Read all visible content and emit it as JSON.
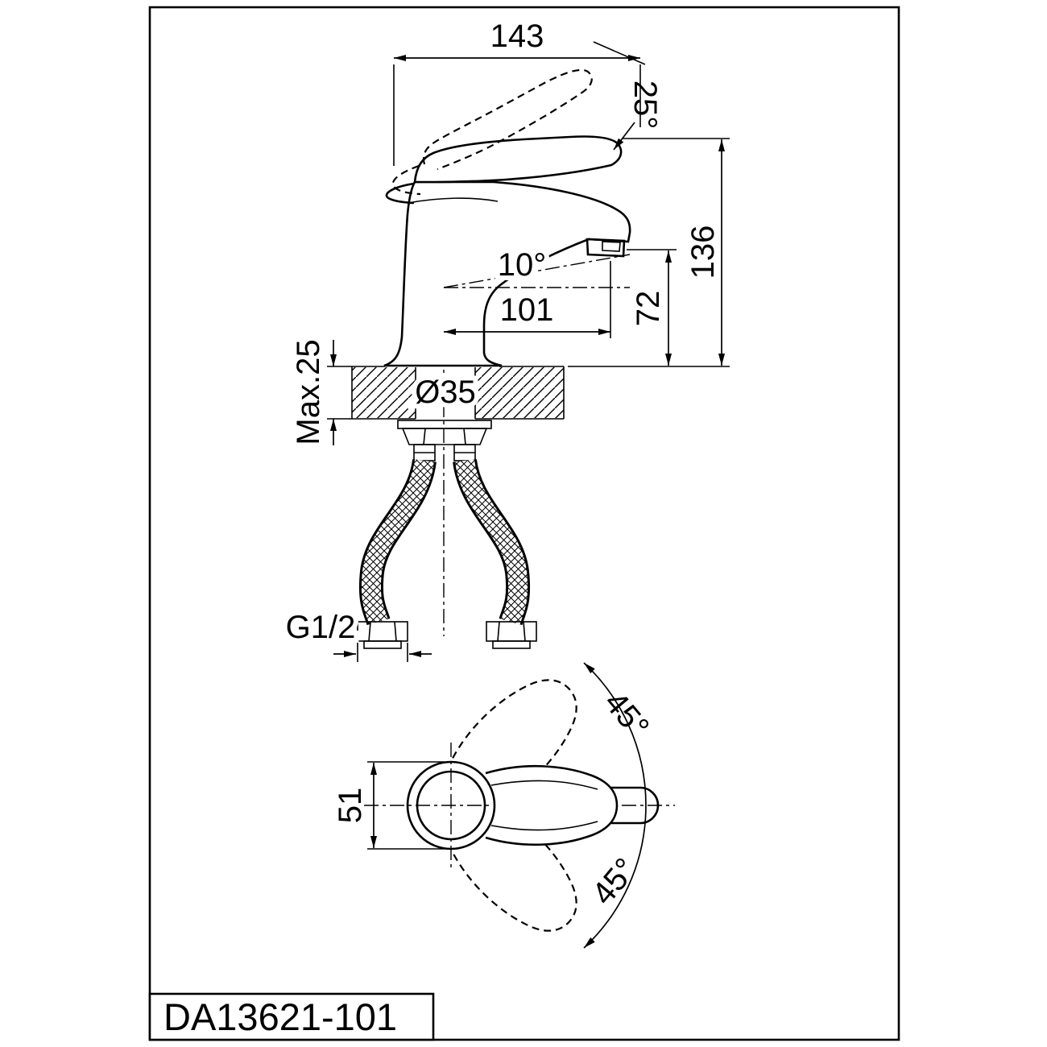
{
  "drawing": {
    "model": "DA13621-101",
    "side_view": {
      "total_length": "143",
      "handle_angle": "25°",
      "total_height": "136",
      "aerator_height": "72",
      "spout_reach": "101",
      "stream_angle": "10°",
      "hole_diameter": "Ø35",
      "max_deck_thickness": "Max.25",
      "connection_thread": "G1/2"
    },
    "top_view": {
      "body_width": "51",
      "handle_swing_upper": "45°",
      "handle_swing_lower": "45°"
    }
  }
}
